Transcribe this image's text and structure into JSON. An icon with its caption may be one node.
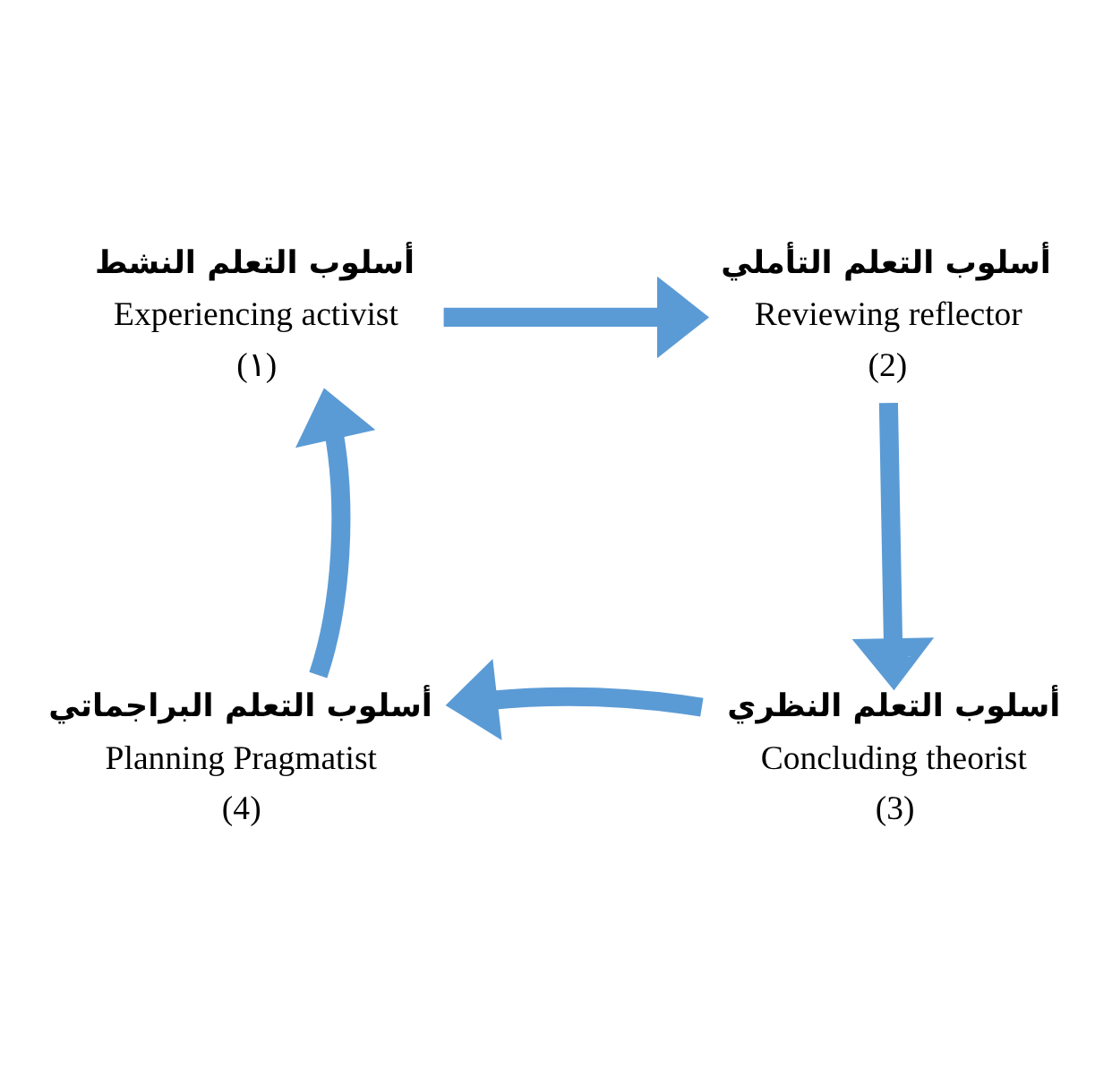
{
  "diagram": {
    "nodes": [
      {
        "text": [
          "أسلوب التعلم النشط",
          "Experiencing activist",
          "(١)"
        ]
      },
      {
        "text": [
          "أسلوب التعلم التأملي",
          "Reviewing reflector",
          "(2)"
        ]
      },
      {
        "text": [
          "أسلوب التعلم النظري",
          "Concluding theorist",
          "(3)"
        ]
      },
      {
        "text": [
          "أسلوب التعلم البراجماتي",
          "Planning Pragmatist",
          "(4)"
        ]
      }
    ],
    "edges": [
      {
        "from": 0,
        "to": 1,
        "arrow": "to"
      },
      {
        "from": 1,
        "to": 2,
        "arrow": "to"
      },
      {
        "from": 2,
        "to": 3,
        "arrow": "to"
      },
      {
        "from": 3,
        "to": 0,
        "arrow": "to"
      }
    ]
  }
}
